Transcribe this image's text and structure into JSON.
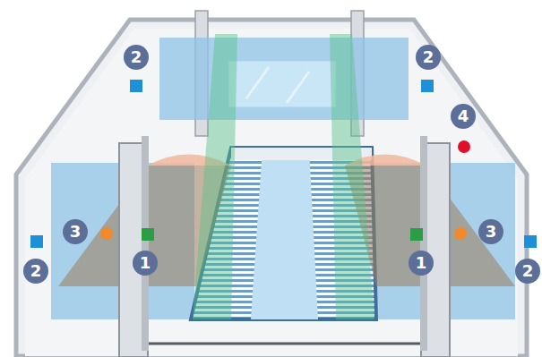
{
  "diagram": {
    "labels": [
      "2",
      "2",
      "4",
      "3",
      "1",
      "1",
      "3",
      "2",
      "2"
    ]
  }
}
